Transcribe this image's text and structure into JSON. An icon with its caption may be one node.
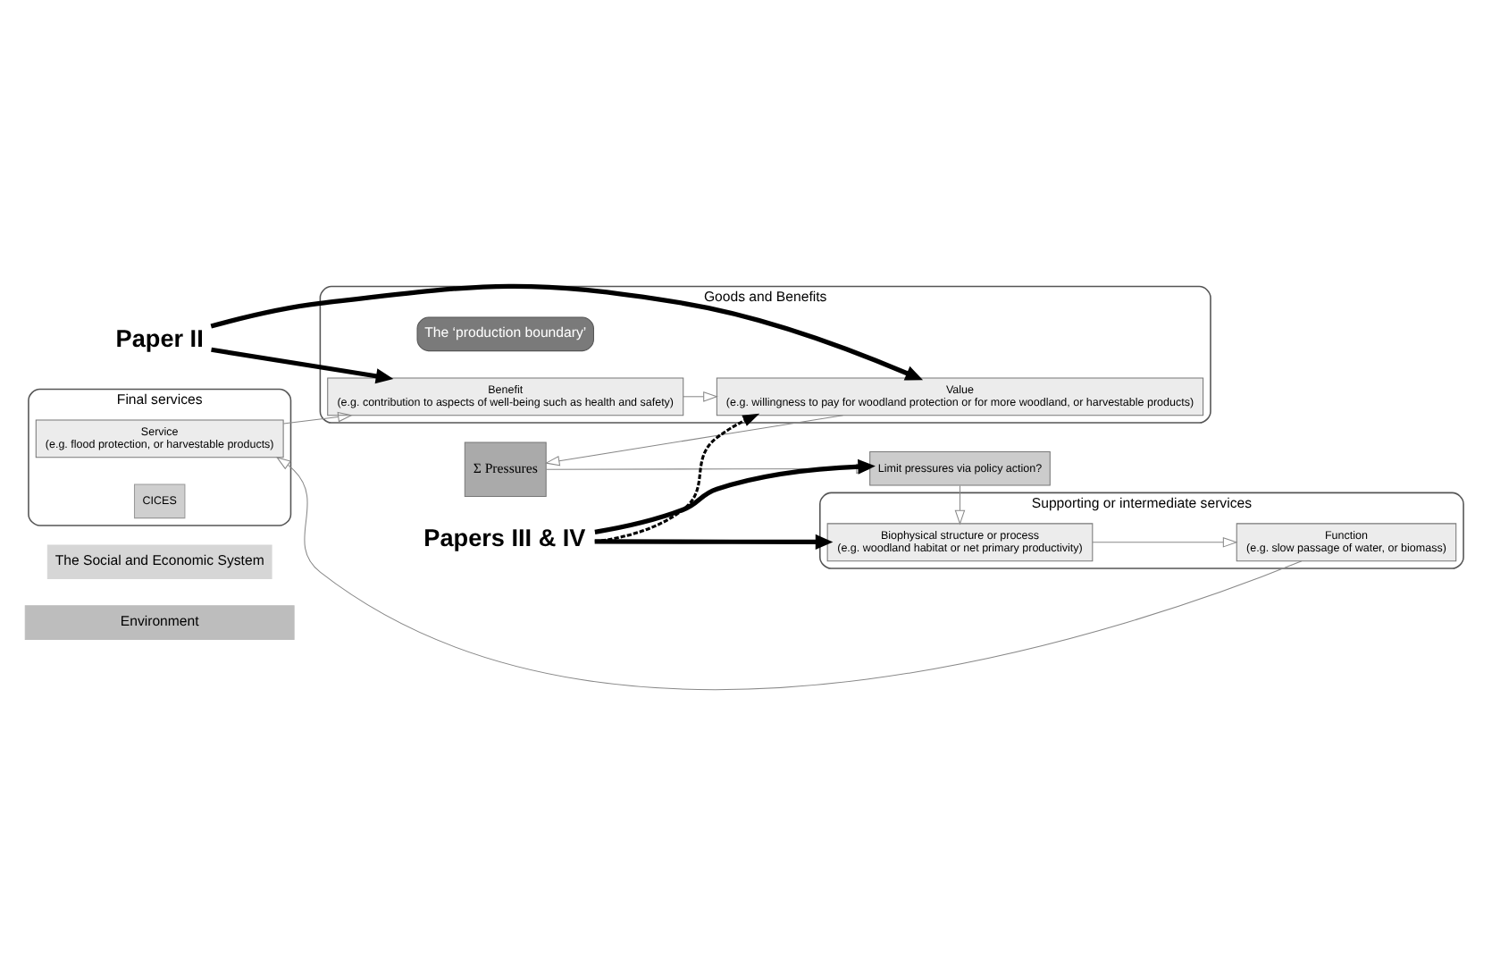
{
  "diagram": {
    "nodes": [
      {
        "text": [
          "Environment"
        ]
      },
      {
        "text": [
          "The Social and Economic System"
        ]
      },
      {
        "text": [
          "Supporting or intermediate services"
        ]
      },
      {
        "text": [
          "Biophysical structure or process",
          "(e.g. woodland habitat or net primary productivity)"
        ],
        "in": 2
      },
      {
        "text": [
          "Function",
          "(e.g. slow passage of water, or biomass)"
        ],
        "in": 2
      },
      {
        "text": [
          "Final services"
        ]
      },
      {
        "text": [
          "Service",
          "(e.g. flood protection, or harvestable products)"
        ],
        "in": 5
      },
      {
        "text": [
          "CICES"
        ],
        "in": 5
      },
      {
        "text": [
          "Goods and Benefits"
        ]
      },
      {
        "text": [
          "The ‘production boundary’"
        ],
        "in": 8
      },
      {
        "text": [
          "Benefit",
          "(e.g. contribution to aspects of well-being such as health and safety)"
        ],
        "in": 8
      },
      {
        "text": [
          "Value",
          "(e.g. willingness to pay for woodland protection or for more woodland, or harvestable products)"
        ],
        "in": 8
      },
      {
        "text": [
          "Limit pressures via policy action?"
        ]
      },
      {
        "text": [
          "Σ Pressures"
        ]
      },
      {
        "text": [
          "Paper II"
        ]
      },
      {
        "text": [
          "Papers III & IV"
        ]
      }
    ],
    "edges": [
      {
        "from": 3,
        "to": 4,
        "arrow": "to"
      },
      {
        "from": 4,
        "to": 6,
        "arrow": "to"
      },
      {
        "from": 6,
        "to": 10,
        "arrow": "to"
      },
      {
        "from": 10,
        "to": 11,
        "arrow": "to"
      },
      {
        "from": 13,
        "to": 12,
        "arrow": "to"
      },
      {
        "from": 12,
        "to": 3,
        "arrow": "to"
      },
      {
        "from": 11,
        "to": 13,
        "arrow": "to"
      },
      {
        "from": 14,
        "to": 10,
        "arrow": "to",
        "style": "thick",
        "color": "#000000"
      },
      {
        "from": 14,
        "to": 11,
        "arrow": "to",
        "style": "thick",
        "color": "#000000"
      },
      {
        "from": 15,
        "to": 3,
        "arrow": "to",
        "style": "thick",
        "color": "#000000"
      },
      {
        "from": 15,
        "to": 12,
        "arrow": "to",
        "style": "thick",
        "color": "#000000"
      },
      {
        "from": 15,
        "to": 11,
        "arrow": "to",
        "style": "dashed",
        "color": "#000000"
      }
    ]
  }
}
